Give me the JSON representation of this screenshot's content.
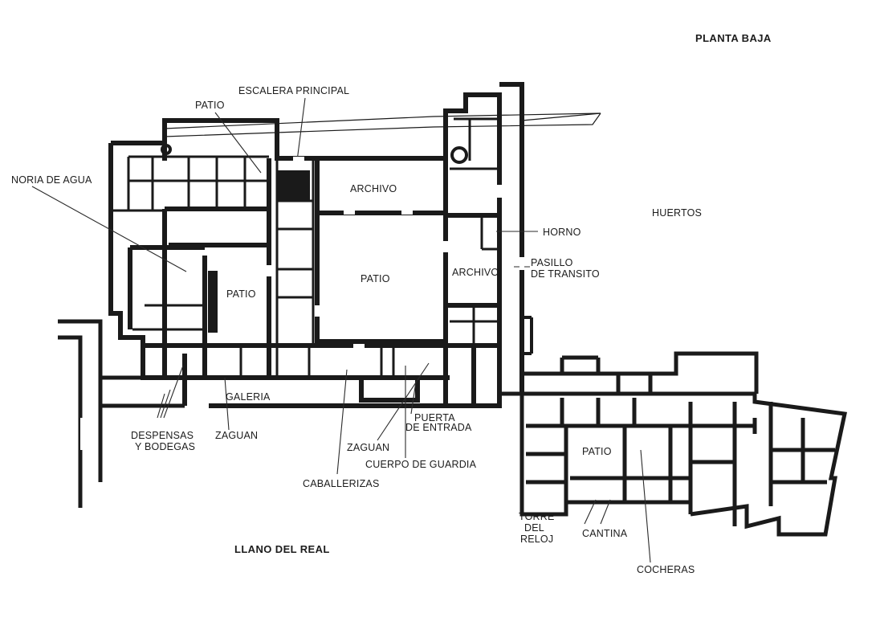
{
  "title": "PLANTA BAJA",
  "labels": {
    "escalera_principal": "ESCALERA PRINCIPAL",
    "patio_nw": "PATIO",
    "noria": "NORIA DE AGUA",
    "archivo_top": "ARCHIVO",
    "huertos": "HUERTOS",
    "horno": "HORNO",
    "pasillo_1": "PASILLO",
    "pasillo_2": "DE TRANSITO",
    "archivo_right": "ARCHIVO",
    "patio_main": "PATIO",
    "patio_small": "PATIO",
    "galeria": "GALERIA",
    "zaguan_left": "ZAGUAN",
    "despensas_1": "DESPENSAS",
    "despensas_2": "Y BODEGAS",
    "puerta_1": "PUERTA",
    "puerta_2": "DE ENTRADA",
    "zaguan_right": "ZAGUAN",
    "cuerpo_guardia": "CUERPO DE GUARDIA",
    "caballerizas": "CABALLERIZAS",
    "patio_se": "PATIO",
    "torre_1": "TORRE",
    "torre_2": "DEL",
    "torre_3": "RELOJ",
    "cantina": "CANTINA",
    "cocheras": "COCHERAS",
    "llano": "LLANO DEL REAL"
  },
  "colors": {
    "wall": "#1a1a1a",
    "line": "#2a2a2a",
    "background": "#ffffff"
  }
}
